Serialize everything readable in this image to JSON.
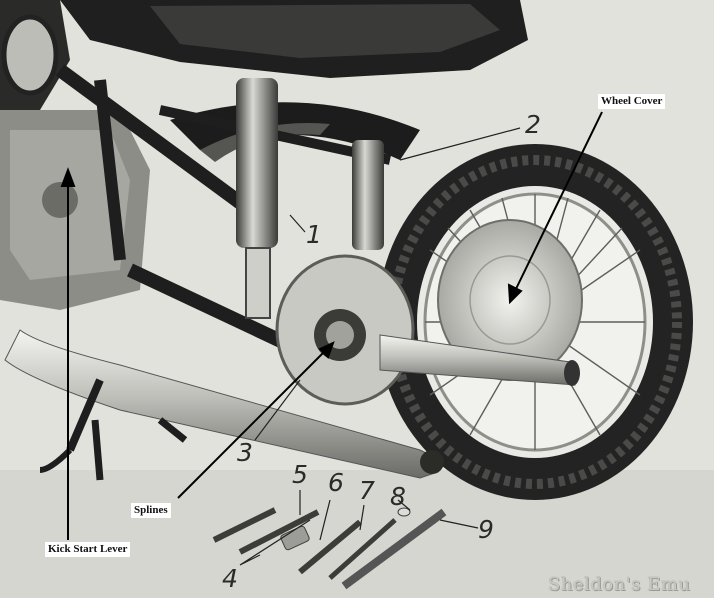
{
  "photo": {
    "subject": "motorcycle-rear-wheel-assembly-with-tools",
    "background": "#e2e2dc"
  },
  "annotations": {
    "wheel_cover": "Wheel Cover",
    "splines": "Splines",
    "kick_start_lever": "Kick Start Lever"
  },
  "part_numbers": {
    "n1": "1",
    "n2": "2",
    "n3": "3",
    "n4": "4",
    "n5": "5",
    "n6": "6",
    "n7": "7",
    "n8": "8",
    "n9": "9"
  },
  "watermark": "Sheldon's Emu",
  "colors": {
    "label_bg": "#ffffff",
    "arrow": "#000000",
    "ink": "#222222"
  }
}
